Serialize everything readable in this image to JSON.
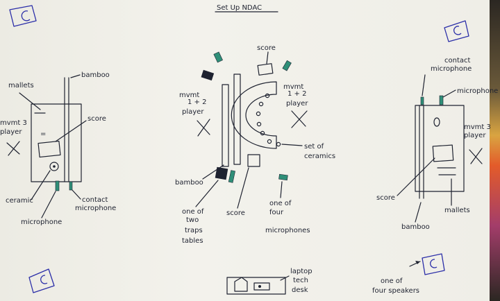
{
  "title": "Set Up NDAC",
  "left": {
    "mallets": "mallets",
    "bamboo": "bamboo",
    "player": [
      "mvmt 3",
      "player"
    ],
    "score": "score",
    "ceramic": "ceramic",
    "contact_microphone": [
      "contact",
      "microphone"
    ],
    "microphone": "microphone"
  },
  "center": {
    "score_top": "score",
    "player": [
      "mvmt",
      "1 + 2",
      "player"
    ],
    "player_right": [
      "mvmt",
      "1 + 2",
      "player"
    ],
    "set_of_ceramics": [
      "set of",
      "ceramics"
    ],
    "bamboo": "bamboo",
    "traps_tables": [
      "one of",
      "two",
      "traps",
      "tables"
    ],
    "score_bottom": "score",
    "microphones": [
      "one of",
      "four",
      "microphones"
    ]
  },
  "right": {
    "contact_microphone": [
      "contact",
      "microphone"
    ],
    "microphone": "microphone",
    "player": [
      "mvmt 3",
      "player"
    ],
    "score": "score",
    "mallets": "mallets",
    "bamboo": "bamboo",
    "speakers": [
      "one of",
      "four speakers"
    ]
  },
  "desk": [
    "laptop",
    "tech",
    "desk"
  ],
  "colors": {
    "ink": "#1e2230",
    "speaker_ink": "#2b2ea8",
    "mic_green": "#2f8f78",
    "paper": "#f0efe8"
  }
}
